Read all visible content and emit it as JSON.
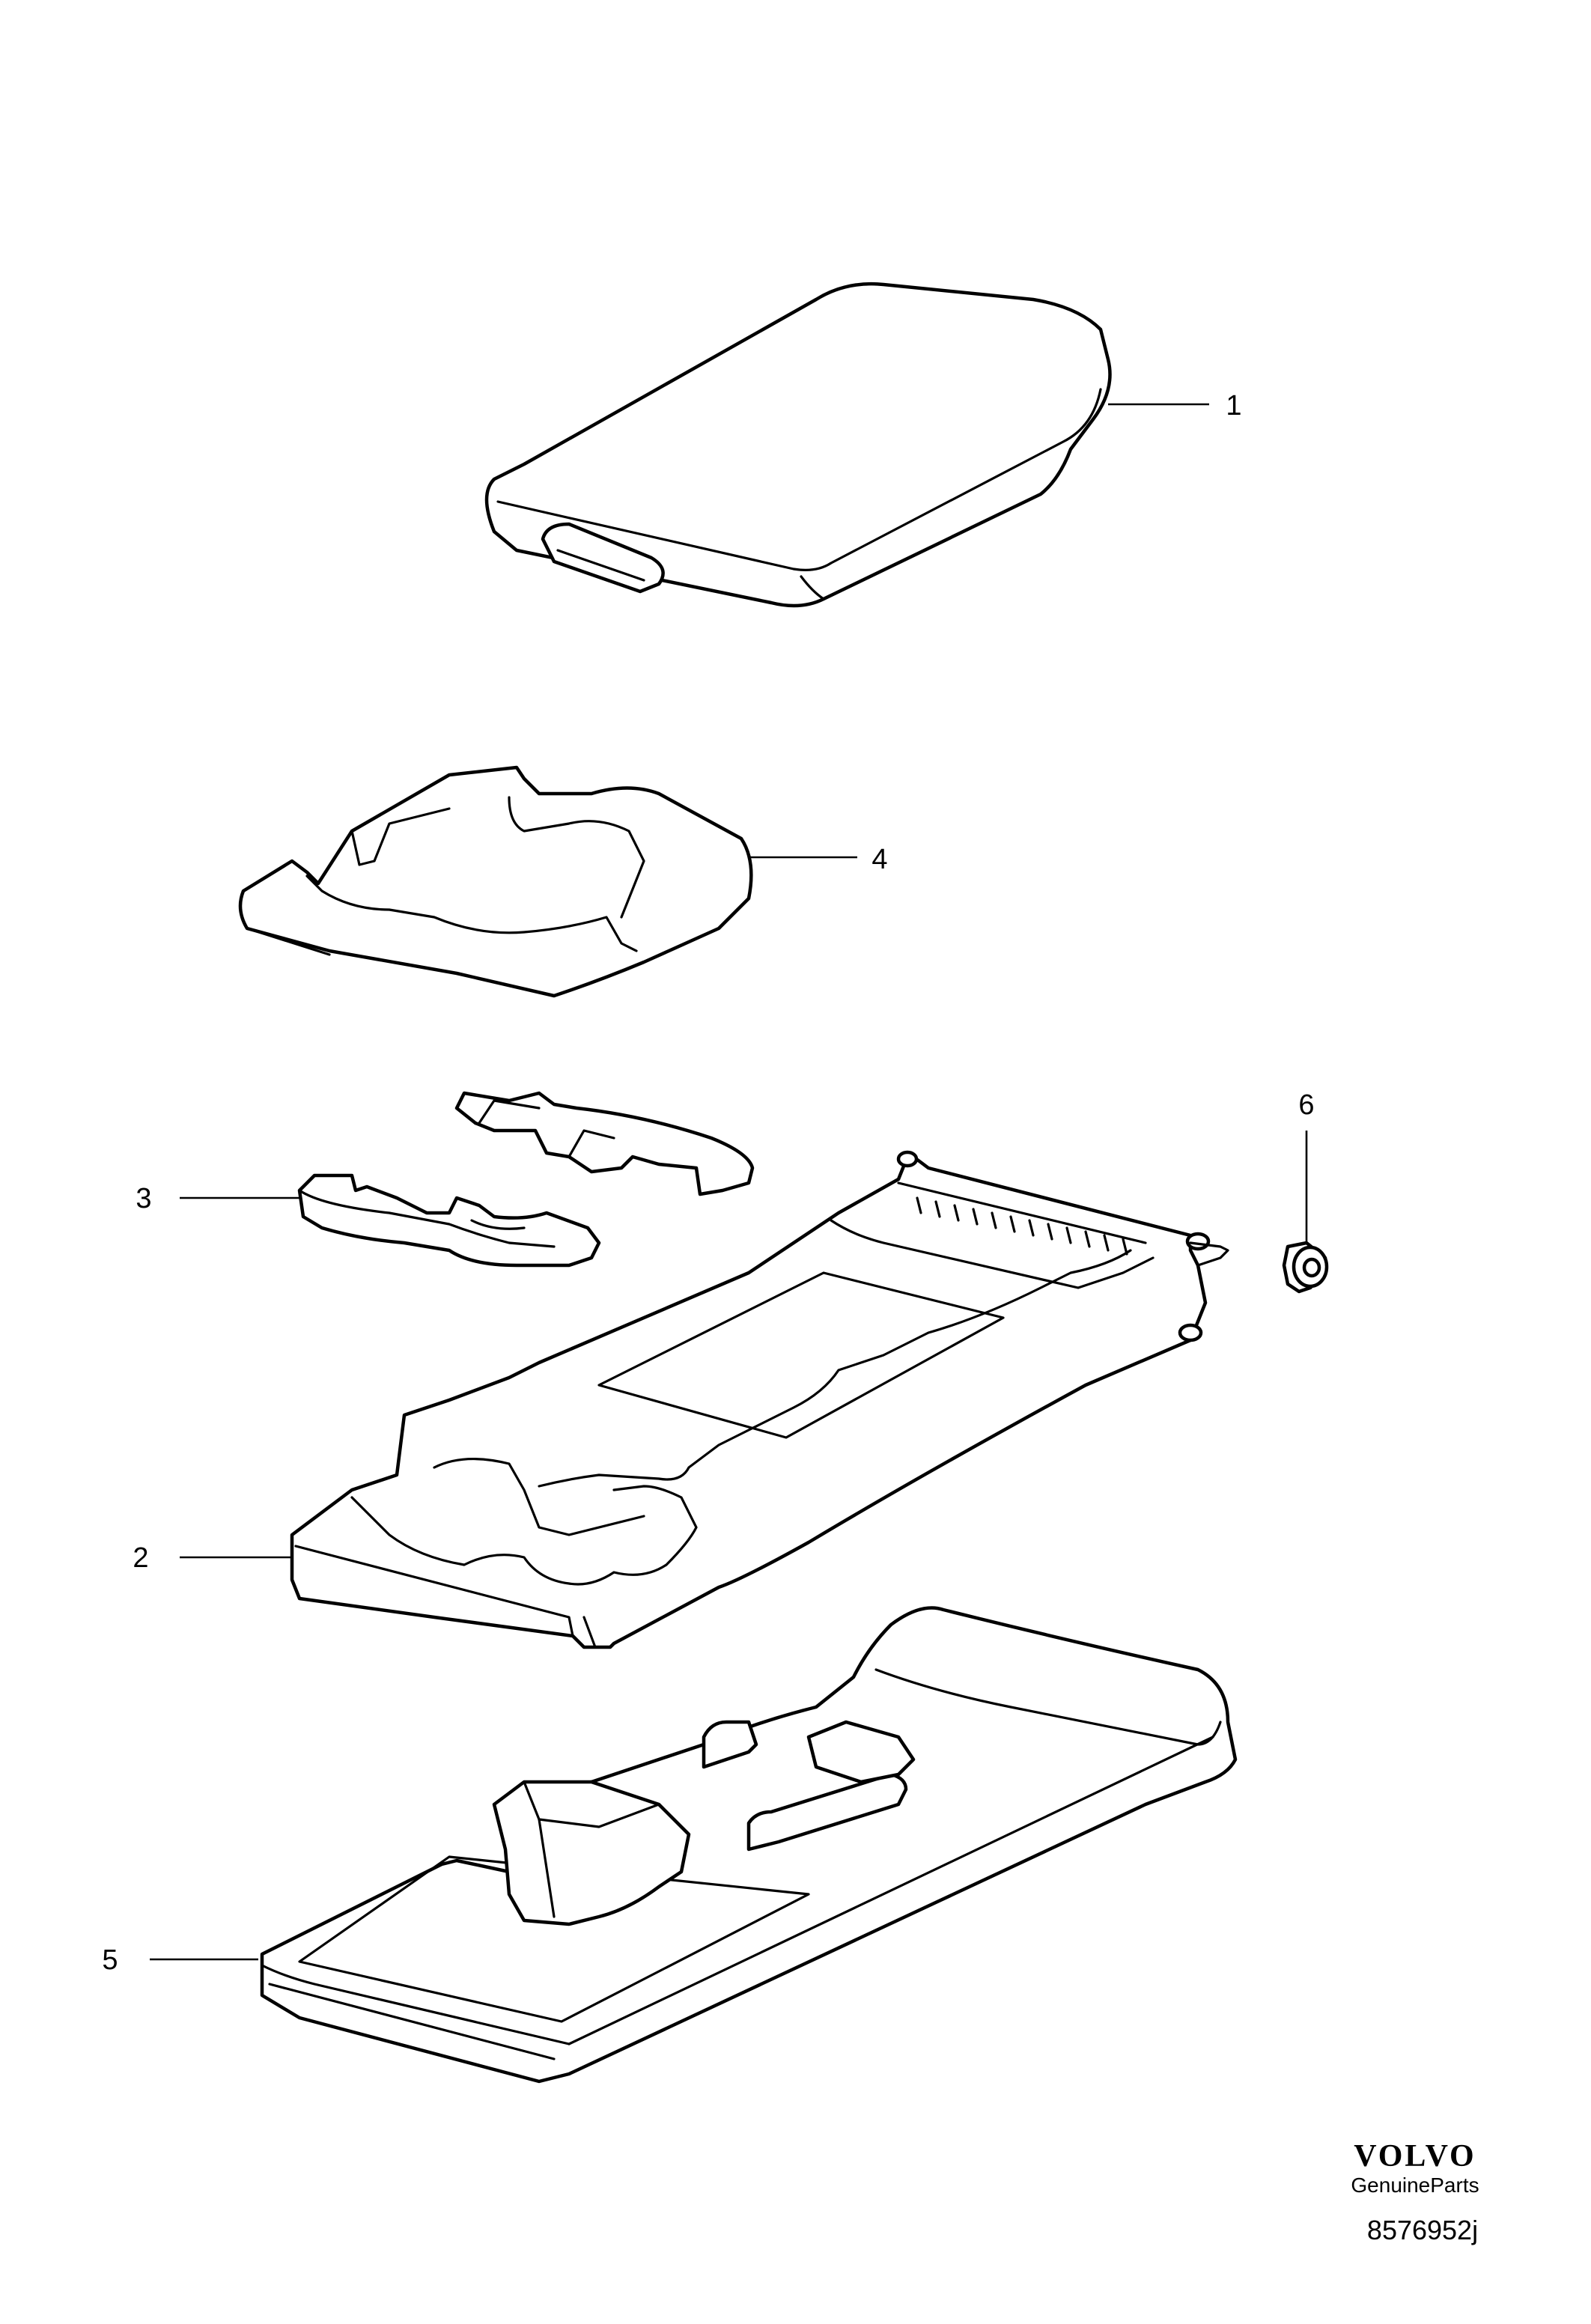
{
  "callouts": [
    {
      "id": "1",
      "label": "1"
    },
    {
      "id": "2",
      "label": "2"
    },
    {
      "id": "3",
      "label": "3"
    },
    {
      "id": "4",
      "label": "4"
    },
    {
      "id": "5",
      "label": "5"
    },
    {
      "id": "6",
      "label": "6"
    }
  ],
  "branding": {
    "logo_text": "VOLVO",
    "subtitle": "GenuineParts"
  },
  "reference_code": "8576952j"
}
